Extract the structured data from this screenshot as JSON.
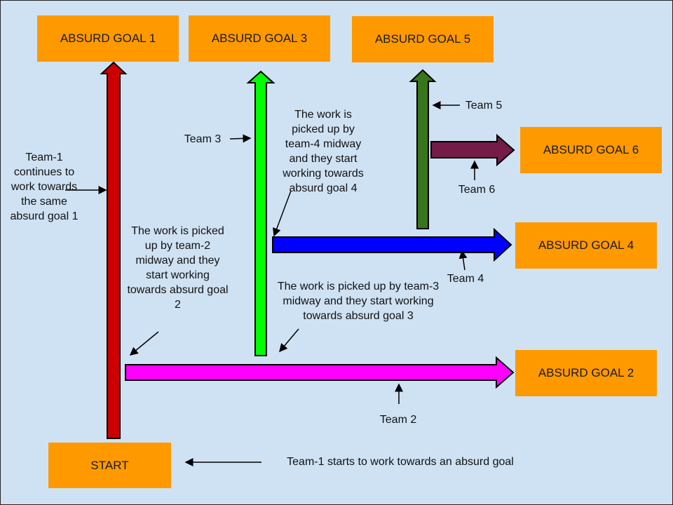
{
  "boxes": {
    "goal1": "ABSURD GOAL 1",
    "goal3": "ABSURD GOAL 3",
    "goal5": "ABSURD GOAL 5",
    "goal6": "ABSURD GOAL 6",
    "goal4": "ABSURD GOAL 4",
    "goal2": "ABSURD GOAL 2",
    "start": "START"
  },
  "labels": {
    "team1_continues": "Team-1 continues to work towards the same absurd goal 1",
    "team2_pickup": "The work is picked up by team-2 midway and they start working towards absurd goal 2",
    "team3": "Team 3",
    "team4_pickup": "The work is picked up by team-4 midway and they start working towards absurd goal 4",
    "team5": "Team 5",
    "team6": "Team 6",
    "team4": "Team 4",
    "team3_pickup": "The work is picked up by team-3 midway and they start working towards absurd goal 3",
    "team2": "Team 2",
    "team1_starts": "Team-1 starts to work towards an absurd goal"
  },
  "colors": {
    "background": "#cfe2f3",
    "box": "#ff9900",
    "team1": "#cc0000",
    "team2": "#ff00ff",
    "team3": "#00ff00",
    "team4": "#0000ff",
    "team5": "#38761d",
    "team6": "#741b47"
  }
}
